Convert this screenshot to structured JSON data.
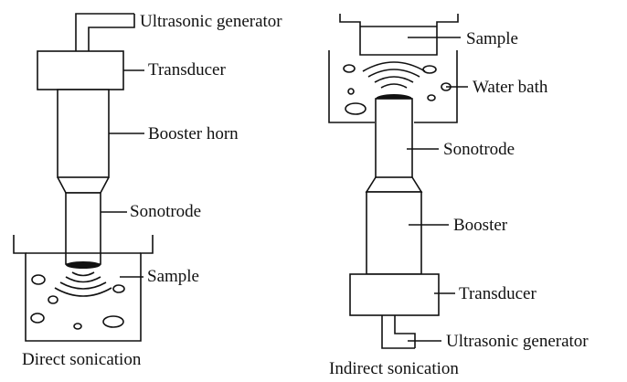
{
  "direct": {
    "caption": "Direct sonication",
    "labels": {
      "ultrasonic_generator": "Ultrasonic generator",
      "transducer": "Transducer",
      "booster_horn": "Booster horn",
      "sonotrode": "Sonotrode",
      "sample": "Sample"
    }
  },
  "indirect": {
    "caption": "Indirect sonication",
    "labels": {
      "sample": "Sample",
      "water_bath": "Water bath",
      "sonotrode": "Sonotrode",
      "booster": "Booster",
      "transducer": "Transducer",
      "ultrasonic_generator": "Ultrasonic generator"
    }
  }
}
